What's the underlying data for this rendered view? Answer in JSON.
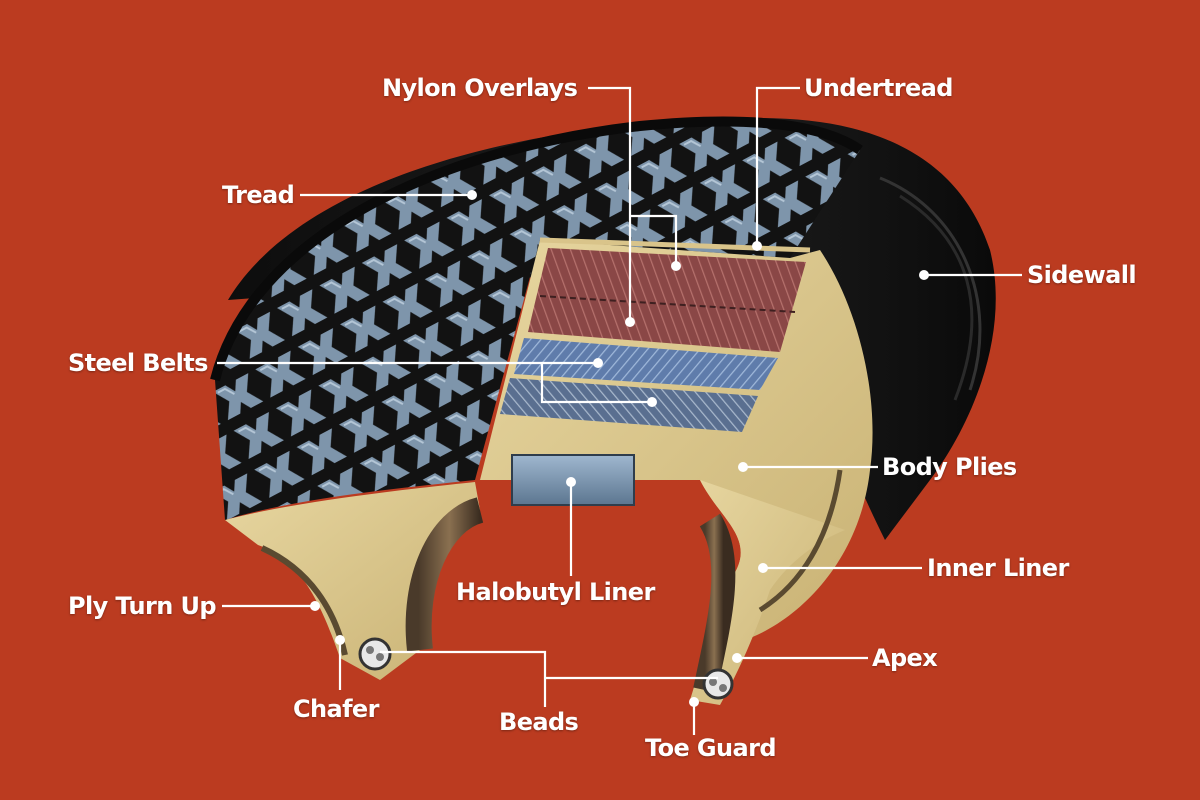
{
  "labels": {
    "nylon_overlays": "Nylon Overlays",
    "undertread": "Undertread",
    "tread": "Tread",
    "sidewall": "Sidewall",
    "steel_belts": "Steel Belts",
    "body_plies": "Body Plies",
    "inner_liner": "Inner Liner",
    "halobutyl_liner": "Halobutyl Liner",
    "ply_turn_up": "Ply Turn Up",
    "apex": "Apex",
    "chafer": "Chafer",
    "beads": "Beads",
    "toe_guard": "Toe Guard"
  },
  "colors": {
    "background": "#bb3b20",
    "tread_rubber": "#141414",
    "tread_blocks": "#7f97ad",
    "body_plies": "#d8c488",
    "nylon_overlays": "#8e4c4a",
    "steel_belts": "#6b88b6",
    "leader_lines": "#ffffff"
  }
}
